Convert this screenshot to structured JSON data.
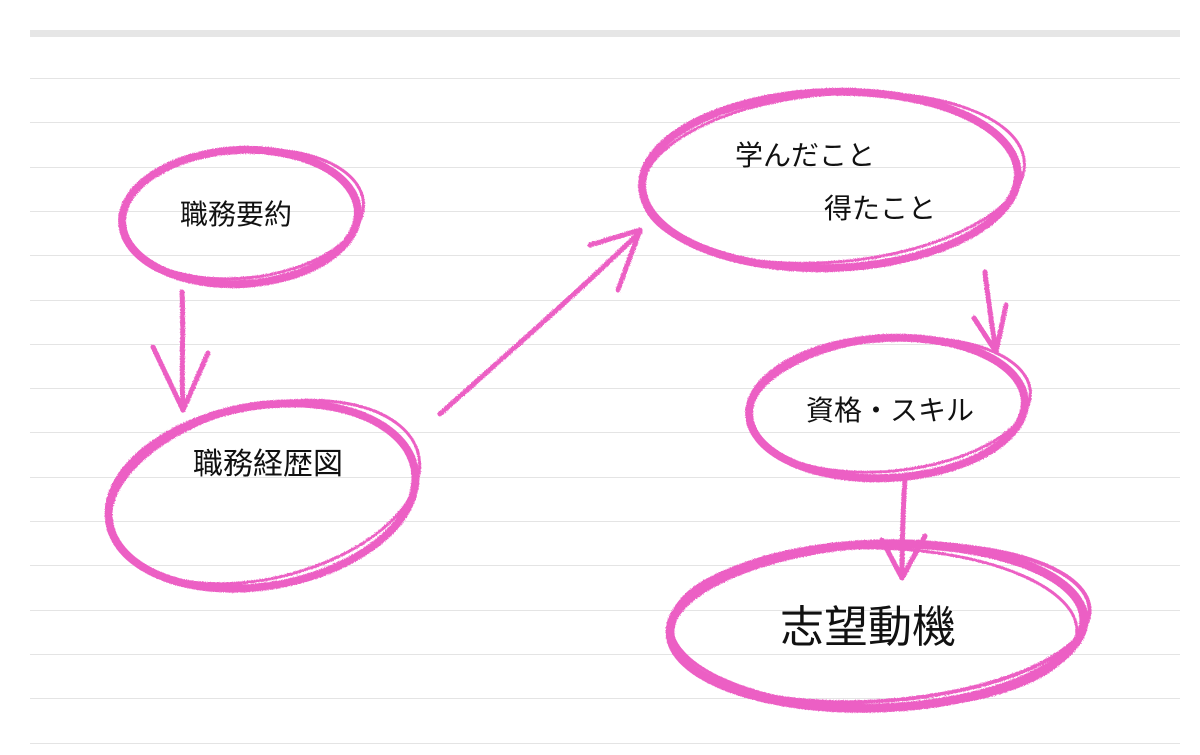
{
  "colors": {
    "stroke": "#ec5fc4",
    "ruled_line": "#e4e4e4",
    "top_bar": "#e6e6e6",
    "text": "#111111"
  },
  "nodes": {
    "shokumu_youyaku": {
      "label": "職務要約"
    },
    "shokumu_keirekizu": {
      "label": "職務経歴図"
    },
    "manabi": {
      "line1": "学んだこと",
      "line2": "得たこと"
    },
    "shikaku": {
      "label": "資格・スキル"
    },
    "shibou_douki": {
      "label": "志望動機"
    }
  },
  "edges": [
    {
      "from": "職務要約",
      "to": "職務経歴図"
    },
    {
      "from": "職務経歴図",
      "to": "学んだこと 得たこと"
    },
    {
      "from": "学んだこと 得たこと",
      "to": "資格・スキル"
    },
    {
      "from": "資格・スキル",
      "to": "志望動機"
    }
  ]
}
